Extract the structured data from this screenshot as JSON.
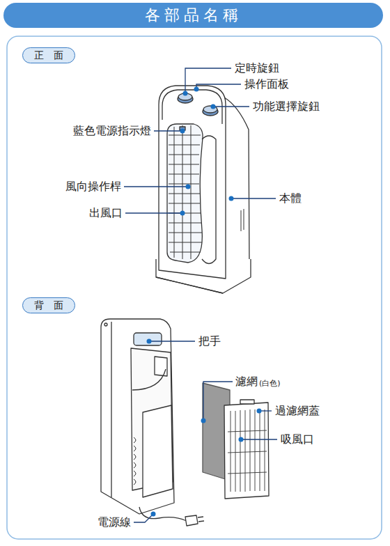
{
  "diagram": {
    "title": "各部品名稱",
    "nodes": [
      {
        "text": [
          "正　面"
        ]
      },
      {
        "text": [
          "背　面"
        ]
      }
    ],
    "labels": [
      "定時旋鈕",
      "操作面板",
      "功能選擇旋鈕",
      "藍色電源指示燈",
      "風向操作桿",
      "本體",
      "出風口",
      "把手",
      "濾網",
      "(白色)",
      "過濾網蓋",
      "吸風口",
      "電源線"
    ]
  }
}
